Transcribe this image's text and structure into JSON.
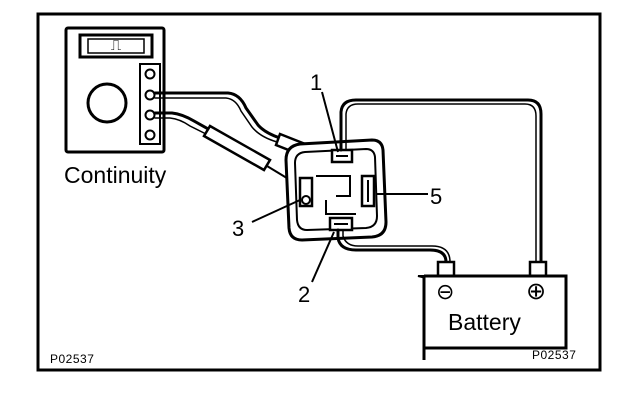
{
  "figure_code_left": "P02537",
  "figure_code_right": "P02537",
  "meter": {
    "label": "Continuity",
    "display_symbol": "⎍"
  },
  "relay": {
    "terminals": [
      {
        "number": "1"
      },
      {
        "number": "2"
      },
      {
        "number": "3"
      },
      {
        "number": "5"
      }
    ]
  },
  "battery": {
    "label": "Battery",
    "negative_symbol": "⊖",
    "positive_symbol": "⊕"
  }
}
